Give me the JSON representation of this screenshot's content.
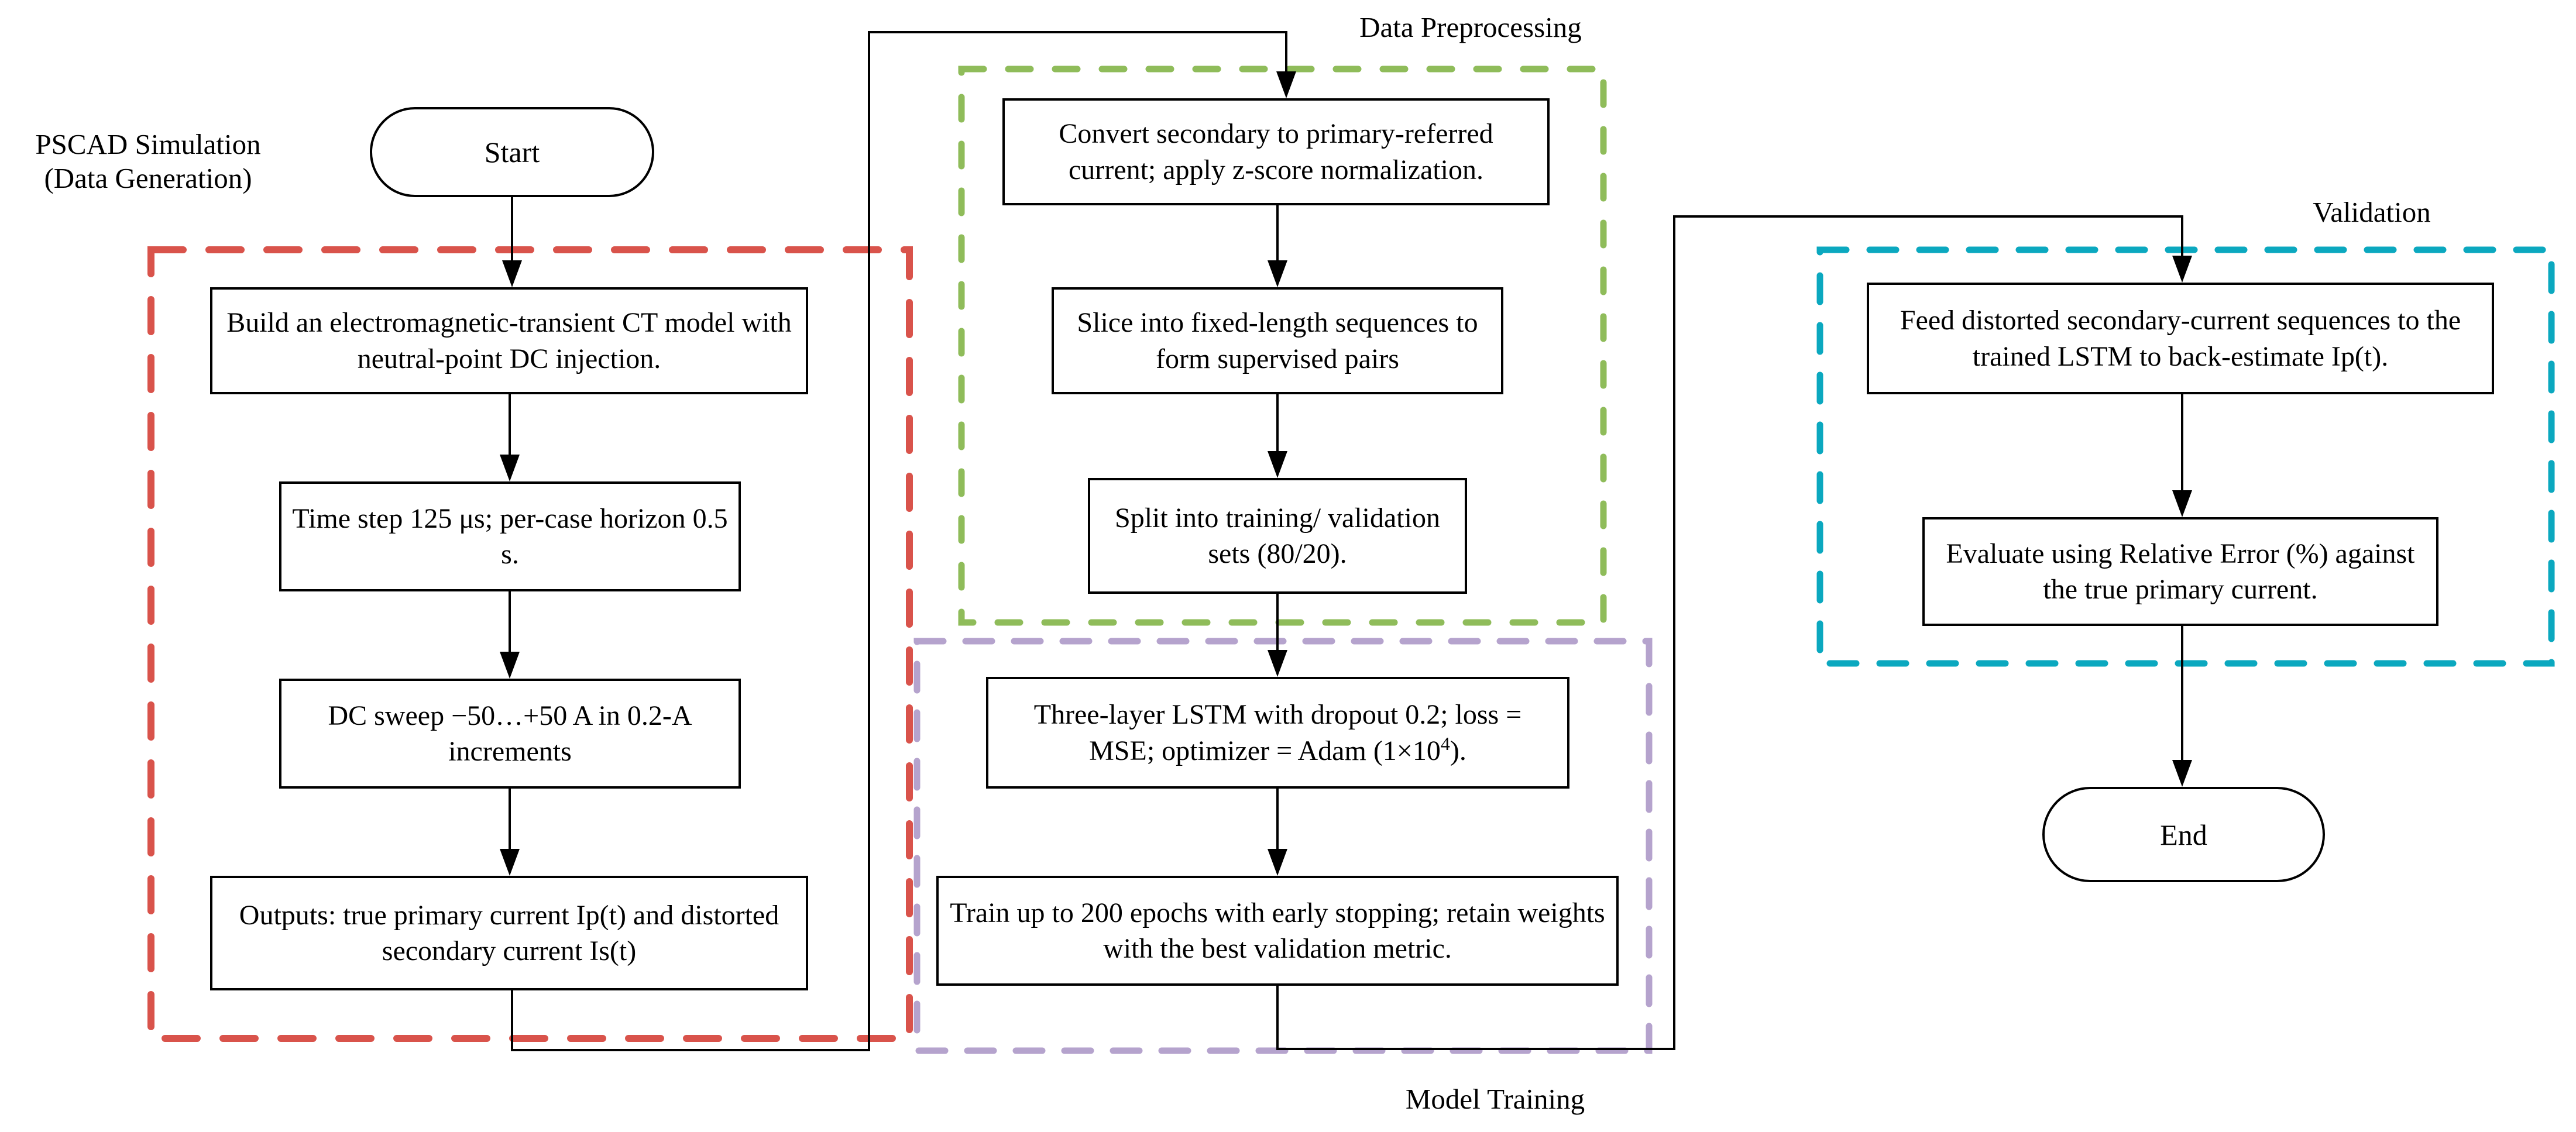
{
  "diagram": {
    "labels": {
      "pscad_line1": "PSCAD Simulation",
      "pscad_line2": "(Data Generation)",
      "data_preprocessing": "Data Preprocessing",
      "model_training": "Model Training",
      "validation": "Validation"
    },
    "terminators": {
      "start": "Start",
      "end": "End"
    },
    "boxes": {
      "build": "Build an electromagnetic-transient CT model with neutral-point DC injection.",
      "time_step": "Time step 125 μs; per-case horizon 0.5 s.",
      "dc_sweep": "DC sweep −50…+50 A in 0.2-A increments",
      "outputs": "Outputs: true primary current Ip(t) and distorted secondary current Is(t)",
      "convert": "Convert secondary to primary-referred current; apply z-score normalization.",
      "slice": "Slice into fixed-length sequences to form supervised pairs",
      "split": "Split into training/ validation sets (80/20).",
      "lstm": {
        "pre": "Three-layer LSTM with dropout 0.2; loss = MSE; optimizer = Adam (1×10",
        "sup": "4",
        "post": ")."
      },
      "train": "Train up to 200 epochs with early stopping; retain weights with the best validation metric.",
      "feed": "Feed distorted secondary-current sequences to the trained LSTM to back-estimate Ip(t).",
      "evaluate": "Evaluate using Relative Error (%) against the true primary current."
    },
    "colors": {
      "stage_red": "#d9534b",
      "stage_green": "#8fbc5a",
      "stage_purple": "#b5a3cd",
      "stage_cyan": "#0ba8bf",
      "line_black": "#000000"
    }
  }
}
